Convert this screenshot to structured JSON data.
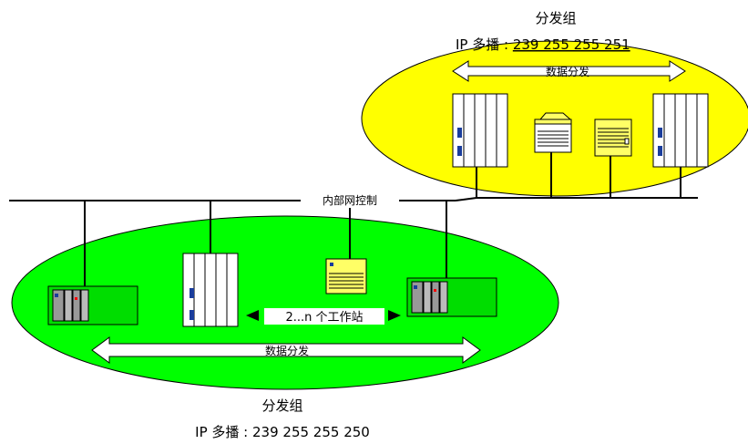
{
  "top_group": {
    "title": "分发组",
    "ip_prefix": "IP 多播 : ",
    "ip_address": "239 255 255 251",
    "distribution_label": "数据分发"
  },
  "network": {
    "label": "内部网控制"
  },
  "bottom_group": {
    "title": "分发组",
    "ip_prefix": "IP 多播 : ",
    "ip_address": "239 255 255 250",
    "distribution_label": "数据分发",
    "workstations_label": "2...n 个工作站"
  },
  "colors": {
    "top_zone": "#ffff00",
    "bottom_zone": "#00ff00",
    "device_blue": "#1a3d9c",
    "module_yellow": "#ffff66",
    "line": "#000000"
  }
}
